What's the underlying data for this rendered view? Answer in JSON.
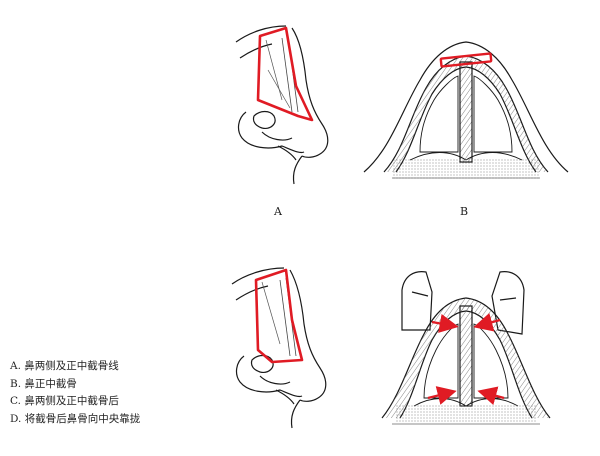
{
  "panels": {
    "a": {
      "label": "A"
    },
    "b": {
      "label": "B"
    }
  },
  "legend": {
    "items": [
      "A. 鼻两侧及正中截骨线",
      "B. 鼻正中截骨",
      "C. 鼻两侧及正中截骨后",
      "D. 将截骨后鼻骨向中央靠拢"
    ]
  },
  "colors": {
    "line": "#1a1a1a",
    "highlight": "#e01b24",
    "hatch": "#555555"
  }
}
